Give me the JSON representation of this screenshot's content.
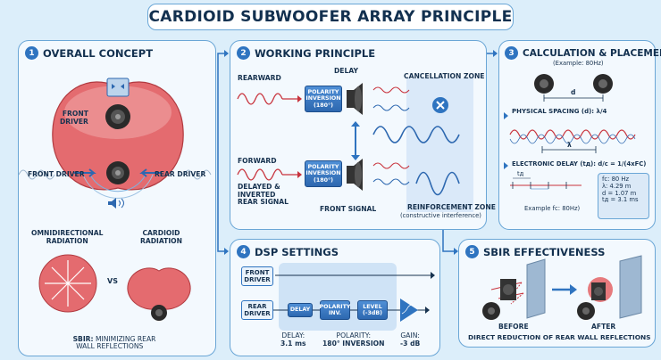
{
  "title": "CARDIOID SUBWOOFER ARRAY PRINCIPLE",
  "panel1": {
    "num": "1",
    "title": "OVERALL CONCEPT",
    "front_driver_top": "FRONT\nDRIVER",
    "front_driver": "FRONT DRIVER",
    "rear_driver": "REAR DRIVER",
    "omni_label": "OMNIDIRECTIONAL\nRADIATION",
    "cardioid_label": "CARDIOID\nRADIATION",
    "vs": "VS",
    "sbir_bold": "SBIR:",
    "sbir_text": " MINIMIZING REAR\nWALL REFLECTIONS"
  },
  "panel2": {
    "num": "2",
    "title": "WORKING PRINCIPLE",
    "rearward": "REARWARD",
    "forward": "FORWARD",
    "delay": "DELAY",
    "polarity_box": "POLARITY\nINVERSION\n(180°)",
    "delayed_inverted": "DELAYED &\nINVERTED\nREAR SIGNAL",
    "front_signal": "FRONT SIGNAL",
    "cancellation_zone": "CANCELLATION ZONE",
    "reinforcement_zone": "REINFORCEMENT ZONE",
    "constructive": "(constructive interference)"
  },
  "panel3": {
    "num": "3",
    "title": "CALCULATION & PLACEMENT",
    "example_top": "(Example: 80Hz)",
    "d": "d",
    "physical_spacing": "PHYSICAL SPACING (d): λ/4",
    "lambda": "λ",
    "electronic_delay": "ELECTRONIC DELAY (tд): d/c = 1/(4xFC)",
    "td": "tд",
    "example_bottom": "Example fc: 80Hz)",
    "values": [
      "fc: 80 Hz",
      "λ: 4.29 m",
      "d = 1.07 m",
      "tд = 3.1 ms"
    ]
  },
  "panel4": {
    "num": "4",
    "title": "DSP SETTINGS",
    "front_driver": "FRONT\nDRIVER",
    "rear_driver": "REAR\nDRIVER",
    "delay_box": "DELAY",
    "polarity_box": "POLARITY\nINV.",
    "level_box": "LEVEL\n(-3dB)",
    "delay_label": "DELAY:",
    "delay_value": "3.1 ms",
    "polarity_label": "POLARITY:",
    "polarity_value": "180° INVERSION",
    "gain_label": "GAIN:",
    "gain_value": "-3 dB"
  },
  "panel5": {
    "num": "5",
    "title": "SBIR EFFECTIVENESS",
    "before": "BEFORE",
    "after": "AFTER",
    "caption": "DIRECT REDUCTION OF REAR WALL REFLECTIONS"
  },
  "colors": {
    "accent": "#2f74c0",
    "wave_red": "#c8323c",
    "wave_blue": "#2d68b0",
    "cardioid_red": "#e46b6f"
  }
}
